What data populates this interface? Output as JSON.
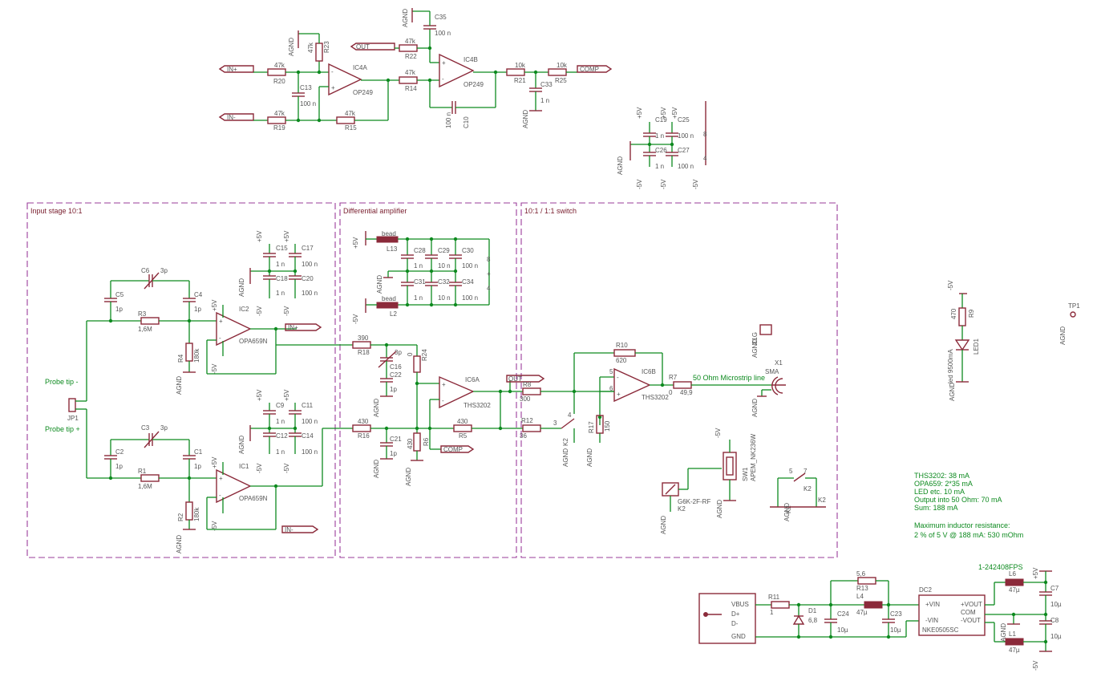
{
  "sections": {
    "input_stage": "Input stage 10:1",
    "diff_amp": "Differential amplifier",
    "switch": "10:1 / 1:1 switch"
  },
  "labels": {
    "probe_minus": "Probe tip -",
    "probe_plus": "Probe tip +",
    "microstrip": "50 Ohm Microstrip line",
    "part_number": "1-242408FPS"
  },
  "nets": {
    "in_plus": "IN+",
    "in_minus": "IN-",
    "out": "OUT",
    "comp": "COMP",
    "agnd": "AGND",
    "p5v": "+5V",
    "m5v": "-5V"
  },
  "opamps": {
    "ic4a": {
      "name": "IC4A",
      "value": "OP249"
    },
    "ic4b": {
      "name": "IC4B",
      "value": "OP249"
    },
    "ic2": {
      "name": "IC2",
      "value": "OPA659N"
    },
    "ic1": {
      "name": "IC1",
      "value": "OPA659N"
    },
    "ic6a": {
      "name": "IC6A",
      "value": "THS3202"
    },
    "ic6b": {
      "name": "IC6B",
      "value": "THS3202"
    }
  },
  "resistors": {
    "r20": {
      "name": "R20",
      "value": "47k"
    },
    "r19": {
      "name": "R19",
      "value": "47k"
    },
    "r23": {
      "name": "R23",
      "value": "47k"
    },
    "r15": {
      "name": "R15",
      "value": "47k"
    },
    "r14": {
      "name": "R14",
      "value": "47k"
    },
    "r22": {
      "name": "R22",
      "value": "47k"
    },
    "r21": {
      "name": "R21",
      "value": "10k"
    },
    "r25": {
      "name": "R25",
      "value": "10k"
    },
    "r3": {
      "name": "R3",
      "value": "1,6M"
    },
    "r1": {
      "name": "R1",
      "value": "1,6M"
    },
    "r4": {
      "name": "R4",
      "value": "180k"
    },
    "r2": {
      "name": "R2",
      "value": "180k"
    },
    "r18": {
      "name": "R18",
      "value": "390"
    },
    "r16": {
      "name": "R16",
      "value": "430"
    },
    "r24": {
      "name": "R24",
      "value": "0"
    },
    "r6": {
      "name": "R6",
      "value": "430"
    },
    "r5": {
      "name": "R5",
      "value": "430"
    },
    "r8": {
      "name": "R8",
      "value": "300"
    },
    "r12": {
      "name": "R12",
      "value": "36"
    },
    "r10": {
      "name": "R10",
      "value": "620"
    },
    "r17": {
      "name": "R17",
      "value": "150"
    },
    "r7": {
      "name": "R7",
      "value": "49,9"
    },
    "r7b": {
      "name": "0",
      "value": ""
    },
    "r9": {
      "name": "R9",
      "value": "470"
    },
    "r11": {
      "name": "R11",
      "value": "1"
    },
    "r13": {
      "name": "R13",
      "value": "5,6"
    }
  },
  "capacitors": {
    "c35": {
      "name": "C35",
      "value": "100 n"
    },
    "c13": {
      "name": "C13",
      "value": "100 n"
    },
    "c10": {
      "name": "C10",
      "value": "100 n"
    },
    "c33": {
      "name": "C33",
      "value": "1 n"
    },
    "c19": {
      "name": "C19",
      "value": "1 n"
    },
    "c25": {
      "name": "C25",
      "value": "100 n"
    },
    "c26": {
      "name": "C26",
      "value": "1 n"
    },
    "c27": {
      "name": "C27",
      "value": "100 n"
    },
    "c6": {
      "name": "C6",
      "value": "3p"
    },
    "c5": {
      "name": "C5",
      "value": "1p"
    },
    "c4": {
      "name": "C4",
      "value": "1p"
    },
    "c3": {
      "name": "C3",
      "value": "3p"
    },
    "c2": {
      "name": "C2",
      "value": "1p"
    },
    "c1": {
      "name": "C1",
      "value": "1p"
    },
    "c15": {
      "name": "C15",
      "value": "1 n"
    },
    "c17": {
      "name": "C17",
      "value": "100 n"
    },
    "c18": {
      "name": "C18",
      "value": "1 n"
    },
    "c20": {
      "name": "C20",
      "value": "100 n"
    },
    "c9": {
      "name": "C9",
      "value": "1 n"
    },
    "c11": {
      "name": "C11",
      "value": "100 n"
    },
    "c12": {
      "name": "C12",
      "value": "1 n"
    },
    "c14": {
      "name": "C14",
      "value": "100 n"
    },
    "c28": {
      "name": "C28",
      "value": "1 n"
    },
    "c29": {
      "name": "C29",
      "value": "10 n"
    },
    "c30": {
      "name": "C30",
      "value": "100 n"
    },
    "c31": {
      "name": "C31",
      "value": "1 n"
    },
    "c32": {
      "name": "C32",
      "value": "10 n"
    },
    "c34": {
      "name": "C34",
      "value": "100 n"
    },
    "c16": {
      "name": "C16",
      "value": "3p"
    },
    "c22": {
      "name": "C22",
      "value": "1p"
    },
    "c21": {
      "name": "C21",
      "value": "1p"
    },
    "c24": {
      "name": "C24",
      "value": "10µ"
    },
    "c23": {
      "name": "C23",
      "value": "10µ"
    },
    "c7": {
      "name": "C7",
      "value": "10µ"
    },
    "c8": {
      "name": "C8",
      "value": "10µ"
    }
  },
  "inductors": {
    "l13": {
      "name": "L13",
      "value": "bead"
    },
    "l2": {
      "name": "L2",
      "value": "bead"
    },
    "l4": {
      "name": "L4",
      "value": "47µ"
    },
    "l6": {
      "name": "L6",
      "value": "47µ"
    },
    "l1": {
      "name": "L1",
      "value": "47µ"
    }
  },
  "misc_parts": {
    "jp1": "JP1",
    "x1": "X1",
    "sma": "SMA",
    "x1g": "X1G",
    "k2": "K2",
    "k2_part": "G6K-2F-RF",
    "sw1": "SW1",
    "sw1_part": "APEM_NK236W",
    "d1": {
      "name": "D1",
      "value": "6,8"
    },
    "led": {
      "name": "LED1",
      "value": "led 9500mA"
    },
    "tp1": "TP1",
    "dc2": "DC2"
  },
  "notes": [
    "THS3202: 38 mA",
    "OPA659: 2*35 mA",
    "LED etc. 10 mA",
    "Output into 50 Ohm: 70 mA",
    "Sum: 188 mA",
    "",
    "Maximum inductor resistance:",
    "2 % of 5 V @ 188 mA: 530 mOhm"
  ]
}
